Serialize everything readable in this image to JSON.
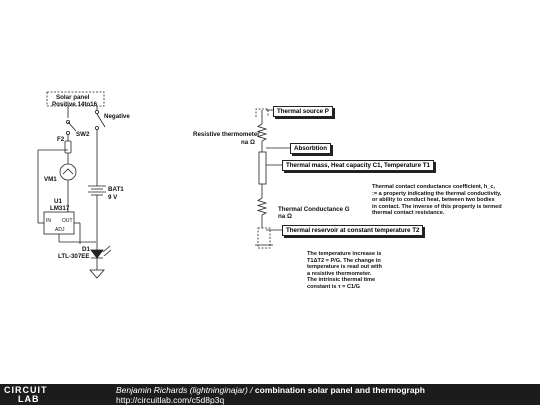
{
  "circuit": {
    "panel_label": "Solar panel",
    "panel_sub": "Positive 14to16",
    "negative_label": "Negative",
    "sw2": "SW2",
    "f2": "F2",
    "vm1": "VM1",
    "u1_ref": "U1",
    "u1_part": "LM317",
    "u1_in": "IN",
    "u1_out": "OUT",
    "u1_adj": "ADJ",
    "bat1_ref": "BAT1",
    "bat1_val": "9 V",
    "d1_ref": "D1",
    "d1_part": "LTL-307EE"
  },
  "thermal": {
    "source": "Thermal source P",
    "resistive_thermometer": "Resistive thermometer",
    "rt_value": "na Ω",
    "absorption": "Absorbtion",
    "mass": "Thermal mass, Heat capacity C1, Temperature T1",
    "conductance": "Thermal Conductance G",
    "g_value": "na Ω",
    "reservoir": "Thermal reservoir at constant temperature T2",
    "contact_note": "Thermal contact conductance coefficient, h_c,\n:= a property indicating the thermal conductivity,\nor ability to conduct heat, between two bodies\nin contact. The inverse of this property is termed\nthermal contact resistance.",
    "temp_note": "The temperature increase is\nT1ΔT2 = P/G. The change in\ntemperature is read out with\na resistive thermometer.\nThe intrinsic thermal time\nconstant is τ = C1/G"
  },
  "footer": {
    "logo_top": "CIRCUIT",
    "logo_bottom": "LAB",
    "author": "Benjamin Richards (lightninginajar)",
    "separator": " / ",
    "title": "combination solar panel and thermograph",
    "url": "http://circuitlab.com/c5d8p3q"
  },
  "colors": {
    "footer_bg": "#1c1c1c",
    "wire": "#222222",
    "dashed": "#333333"
  }
}
